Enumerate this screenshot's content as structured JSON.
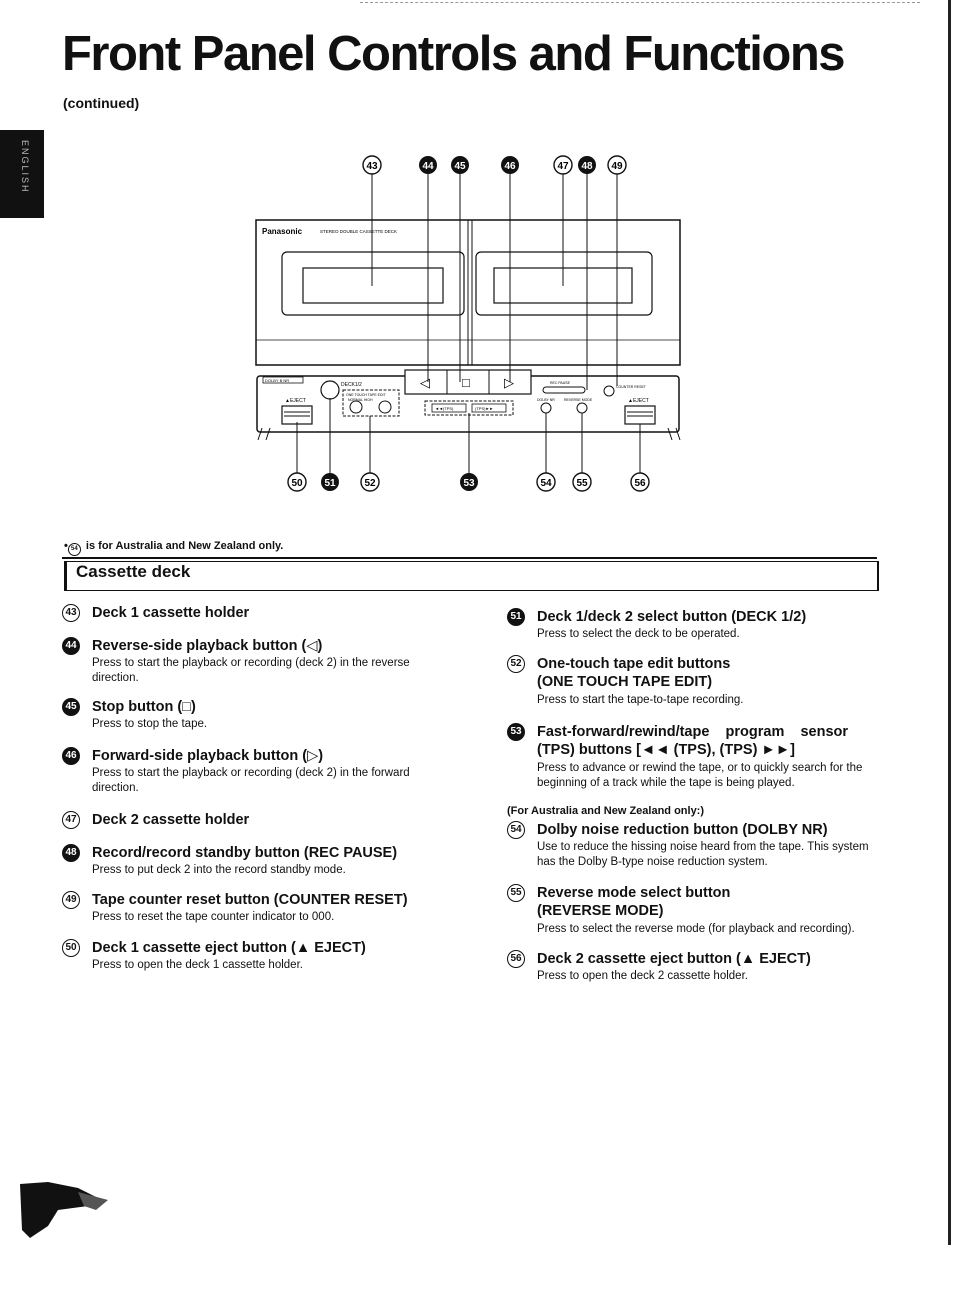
{
  "page": {
    "title": "Front Panel Controls and Functions",
    "subtitle": "(continued)",
    "side_tab": "ENGLISH"
  },
  "diagram": {
    "brand": "Panasonic",
    "model_text": "STEREO DOUBLE CASSETTE DECK",
    "deck_label": "DECK1/2",
    "one_touch_label": "ONE TOUCH TAPE EDIT",
    "one_touch_sub": "NORMAL    HIGH",
    "tps_rew": "◄◄(TPS)",
    "tps_ff": "(TPS)►►",
    "rec_pause": "REC PAUSE",
    "counter_reset": "COUNTER RESET",
    "dolby_nr": "DOLBY NR",
    "reverse_mode": "REVERSE MODE",
    "eject_left": "▲EJECT",
    "eject_right": "▲EJECT",
    "dolby_logo": "DOLBY B NR",
    "reverse_btn": "◁",
    "stop_btn": "□",
    "forward_btn": "▷",
    "callouts_top": [
      "43",
      "44",
      "45",
      "46",
      "47",
      "48",
      "49"
    ],
    "callouts_bottom": [
      "50",
      "51",
      "52",
      "53",
      "54",
      "55",
      "56"
    ]
  },
  "note": {
    "num": "54",
    "text": "is for Australia and New Zealand only."
  },
  "section": {
    "title": "Cassette deck"
  },
  "left_items": [
    {
      "num": "43",
      "style": "w",
      "heading": "Deck 1 cassette holder",
      "desc": ""
    },
    {
      "num": "44",
      "style": "b",
      "heading": "Reverse-side playback button (◁)",
      "desc": "Press to start the playback or recording (deck 2) in the reverse direction."
    },
    {
      "num": "45",
      "style": "b",
      "heading": "Stop button (□)",
      "desc": "Press to stop the tape."
    },
    {
      "num": "46",
      "style": "b",
      "heading": "Forward-side playback button (▷)",
      "desc": "Press to start the playback or recording (deck 2) in the forward direction."
    },
    {
      "num": "47",
      "style": "w",
      "heading": "Deck 2 cassette holder",
      "desc": ""
    },
    {
      "num": "48",
      "style": "b",
      "heading": "Record/record standby button (REC PAUSE)",
      "desc": "Press to put deck 2 into the record standby mode."
    },
    {
      "num": "49",
      "style": "w",
      "heading": "Tape counter reset button (COUNTER RESET)",
      "desc": "Press to reset the tape counter indicator to 000."
    },
    {
      "num": "50",
      "style": "w",
      "heading": "Deck 1 cassette eject button (▲ EJECT)",
      "desc": "Press to open the deck 1 cassette holder."
    }
  ],
  "right_items": [
    {
      "num": "51",
      "style": "b",
      "heading": "Deck 1/deck 2 select button (DECK 1/2)",
      "heading2": "",
      "desc": "Press to select the deck to be operated."
    },
    {
      "num": "52",
      "style": "w",
      "heading": "One-touch tape edit buttons",
      "heading2": "(ONE TOUCH TAPE EDIT)",
      "desc": "Press to start the tape-to-tape recording."
    },
    {
      "num": "53",
      "style": "b",
      "heading": "Fast-forward/rewind/tape    program    sensor",
      "heading2": "(TPS) buttons [◄◄ (TPS), (TPS) ►►]",
      "desc": "Press to advance or rewind the tape, or to quickly search for the beginning of a track while the tape is being played."
    },
    {
      "num": "54",
      "style": "w",
      "heading": "Dolby noise reduction button (DOLBY NR)",
      "heading2": "",
      "desc": "Use to reduce the hissing noise heard from the tape. This system has the Dolby B-type noise reduction system."
    },
    {
      "num": "55",
      "style": "w",
      "heading": "Reverse mode select button",
      "heading2": "(REVERSE MODE)",
      "desc": "Press to select the reverse mode (for playback and recording)."
    },
    {
      "num": "56",
      "style": "w",
      "heading": "Deck 2 cassette eject button (▲ EJECT)",
      "heading2": "",
      "desc": "Press to open the deck 2 cassette holder."
    }
  ],
  "prefix_54": "(For Australia and New Zealand only:)"
}
